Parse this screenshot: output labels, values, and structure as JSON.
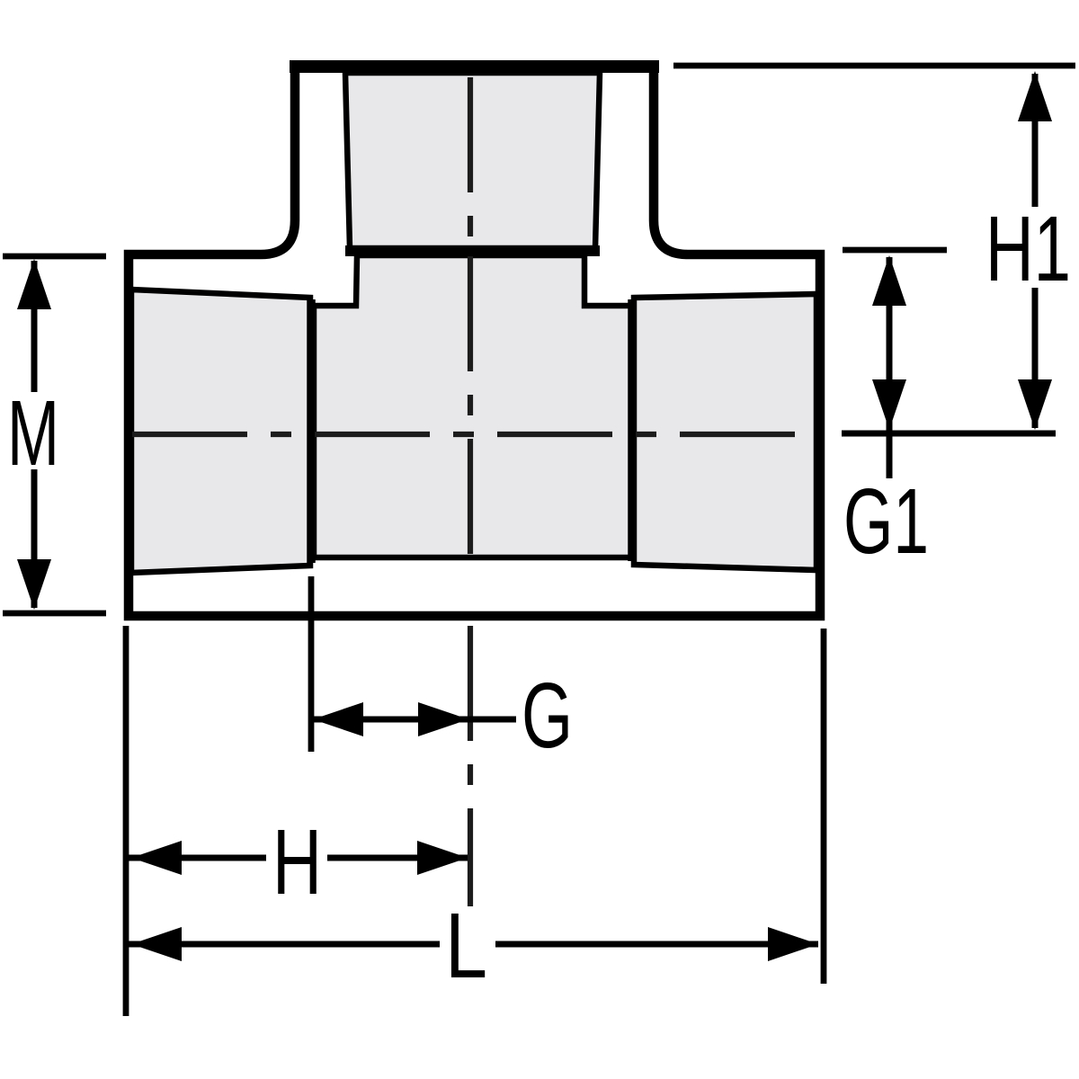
{
  "diagram": {
    "dimension_labels": {
      "m": "M",
      "h1": "H1",
      "g1": "G1",
      "g": "G",
      "h": "H",
      "l": "L"
    },
    "colors": {
      "line": "#000000",
      "section_fill": "#e8e8ea",
      "background": "#ffffff"
    }
  }
}
